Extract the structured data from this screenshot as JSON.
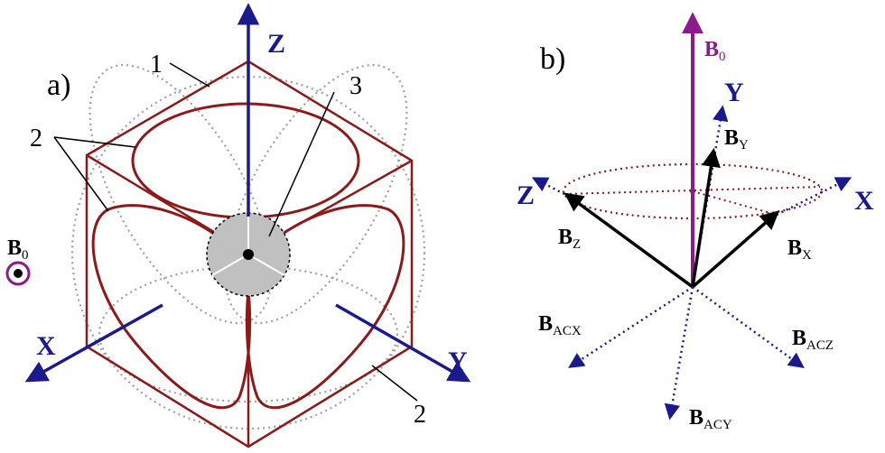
{
  "panel_a": {
    "label": "a)",
    "axes": {
      "z": "Z",
      "x": "X",
      "y": "Y"
    },
    "callouts": {
      "one": "1",
      "two_a": "2",
      "two_b": "2",
      "three": "3"
    },
    "b0": {
      "main": "B",
      "sub": "0"
    }
  },
  "panel_b": {
    "label": "b)",
    "b0": {
      "main": "B",
      "sub": "0"
    },
    "axes": {
      "x": "X",
      "y": "Y",
      "z": "Z"
    },
    "vectors": {
      "bx": {
        "main": "B",
        "sub": "X"
      },
      "by": {
        "main": "B",
        "sub": "Y"
      },
      "bz": {
        "main": "B",
        "sub": "Z"
      },
      "bacx": {
        "main": "B",
        "sub": "ACX"
      },
      "bacy": {
        "main": "B",
        "sub": "ACY"
      },
      "bacz": {
        "main": "B",
        "sub": "ACZ"
      }
    }
  },
  "colors": {
    "coil": "#8b1a1a",
    "axis": "#1a1a8c",
    "b0": "#8b1a8b",
    "dotted": "#a0a0a0",
    "sample": "#c0c0c0"
  }
}
